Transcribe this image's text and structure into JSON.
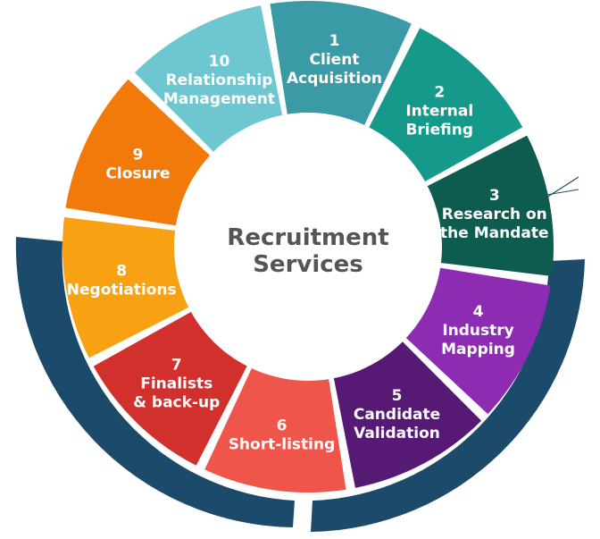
{
  "center": {
    "line1": "Recruitment",
    "line2": "Services"
  },
  "segments": [
    {
      "number": "1",
      "lines": [
        "Client",
        "Acquisition"
      ],
      "color": "#3a9aa6"
    },
    {
      "number": "2",
      "lines": [
        "Internal",
        "Briefing"
      ],
      "color": "#14998a"
    },
    {
      "number": "3",
      "lines": [
        "Research on",
        "the Mandate"
      ],
      "color": "#0e5c4f"
    },
    {
      "number": "4",
      "lines": [
        "Industry",
        "Mapping"
      ],
      "color": "#8e2bb3"
    },
    {
      "number": "5",
      "lines": [
        "Candidate",
        "Validation"
      ],
      "color": "#561a75"
    },
    {
      "number": "6",
      "lines": [
        "Short-listing"
      ],
      "color": "#f0554b"
    },
    {
      "number": "7",
      "lines": [
        "Finalists",
        "& back-up"
      ],
      "color": "#d1302c"
    },
    {
      "number": "8",
      "lines": [
        "Negotiations"
      ],
      "color": "#f7a113"
    },
    {
      "number": "9",
      "lines": [
        "Closure"
      ],
      "color": "#f27a0a"
    },
    {
      "number": "10",
      "lines": [
        "Relationship",
        "Management"
      ],
      "color": "#6ec6d1"
    }
  ],
  "colors": {
    "outer_arc": "#1c4a6a",
    "center_text": "#555555"
  }
}
